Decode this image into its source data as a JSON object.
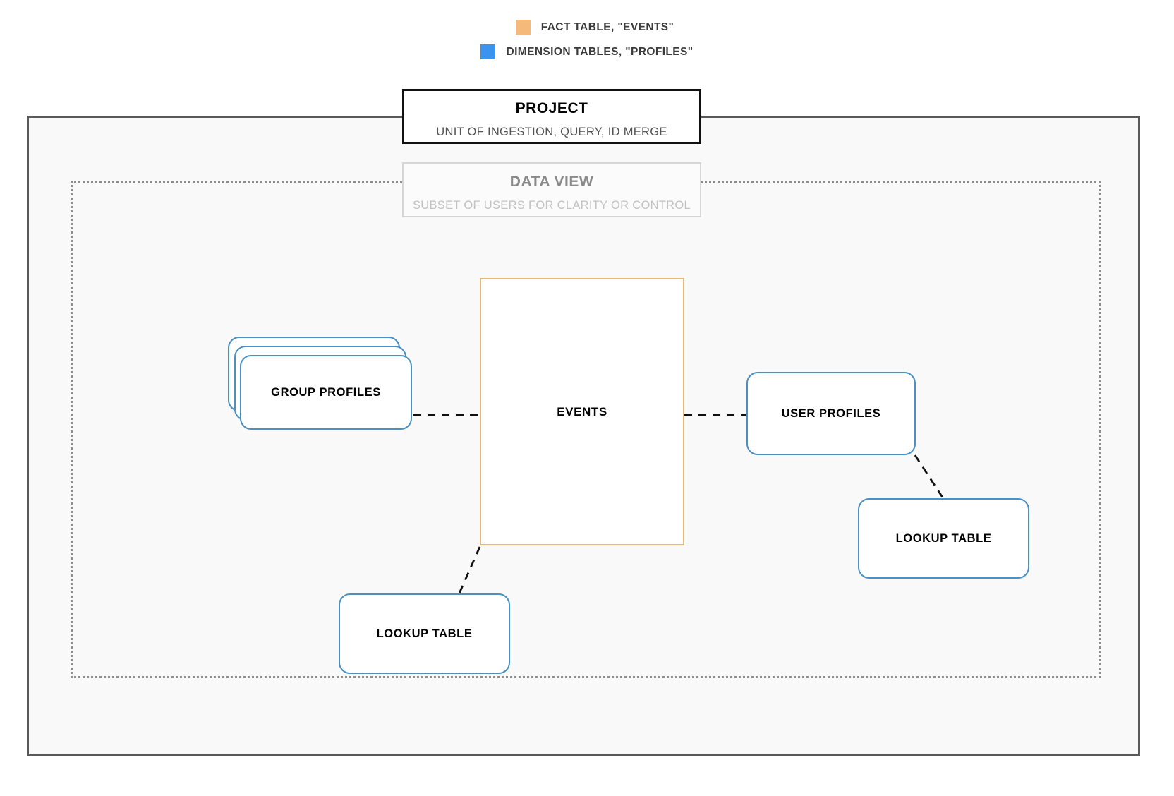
{
  "legend": {
    "items": [
      {
        "label": "FACT TABLE, \"EVENTS\"",
        "color": "#f5b97a",
        "swatch_name": "fact-table-swatch"
      },
      {
        "label": "DIMENSION TABLES, \"PROFILES\"",
        "color": "#3b93f0",
        "swatch_name": "dimension-tables-swatch"
      }
    ]
  },
  "project": {
    "title": "PROJECT",
    "subtitle": "UNIT OF INGESTION, QUERY, ID MERGE"
  },
  "data_view": {
    "title": "DATA VIEW",
    "subtitle": "SUBSET OF USERS FOR CLARITY OR CONTROL"
  },
  "nodes": {
    "group_profiles": "GROUP PROFILES",
    "events": "EVENTS",
    "user_profiles": "USER PROFILES",
    "lookup_table_left": "LOOKUP TABLE",
    "lookup_table_right": "LOOKUP TABLE"
  },
  "colors": {
    "fact_accent": "#e8b878",
    "dimension_accent": "#4a90c4",
    "project_border": "#111111",
    "dataview_border": "#d6d6d6",
    "container_bg": "#f9f9f9",
    "connector": "#111111"
  }
}
